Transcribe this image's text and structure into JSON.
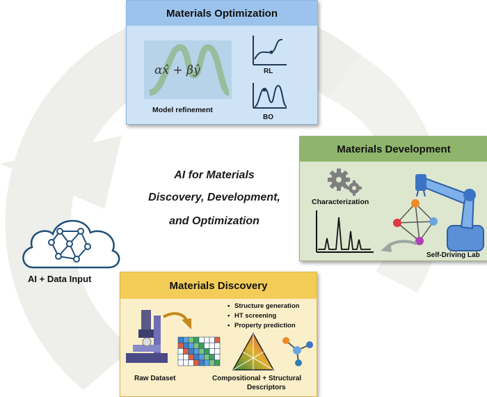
{
  "center_title": {
    "line1": "AI for Materials",
    "line2": "Discovery, Development,",
    "line3": "and Optimization"
  },
  "cloud": {
    "label": "AI + Data Input",
    "icon": "network-cloud-icon"
  },
  "optimization": {
    "title": "Materials Optimization",
    "formula": "αx̂ + βŷ",
    "model_label": "Model refinement",
    "rl_label": "RL",
    "bo_label": "BO"
  },
  "development": {
    "title": "Materials Development",
    "characterization_label": "Characterization",
    "lab_label": "Self-Driving Lab"
  },
  "discovery": {
    "title": "Materials Discovery",
    "bullets": [
      "Structure generation",
      "HT screening",
      "Property prediction"
    ],
    "raw_label": "Raw Dataset",
    "descriptors_line1": "Compositional + Structural",
    "descriptors_line2": "Descriptors"
  },
  "colors": {
    "optimization_header": "#9cc3ec",
    "development_header": "#8fb56d",
    "discovery_header": "#f3cd57",
    "cycle_arrow": "#eeeeea"
  }
}
